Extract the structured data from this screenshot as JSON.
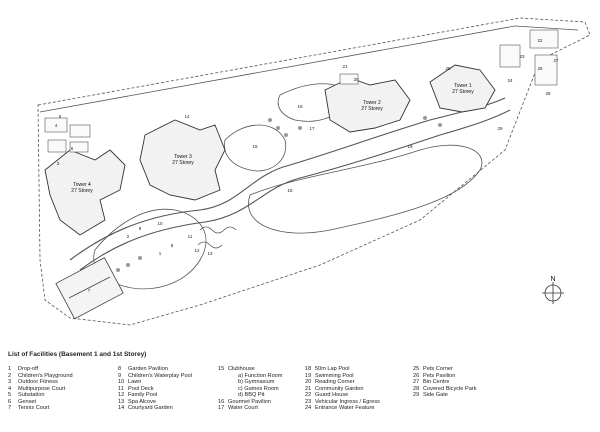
{
  "towers": [
    {
      "name": "Tower 1",
      "storey": "27 Storey"
    },
    {
      "name": "Tower 2",
      "storey": "27 Storey"
    },
    {
      "name": "Tower 3",
      "storey": "27 Storey"
    },
    {
      "name": "Tower 4",
      "storey": "27 Storey"
    }
  ],
  "north_label": "N",
  "legend": {
    "title": "List of Facilities (Basement 1 and 1st Storey)",
    "columns": [
      [
        {
          "n": "1",
          "t": "Drop-off"
        },
        {
          "n": "2",
          "t": "Children's Playground"
        },
        {
          "n": "3",
          "t": "Outdoor Fitness"
        },
        {
          "n": "4",
          "t": "Multipurpose Court"
        },
        {
          "n": "5",
          "t": "Substation"
        },
        {
          "n": "6",
          "t": "Genset"
        },
        {
          "n": "7",
          "t": "Tennis Court"
        }
      ],
      [
        {
          "n": "8",
          "t": "Garden Pavilion"
        },
        {
          "n": "9",
          "t": "Children's Waterplay Pool"
        },
        {
          "n": "10",
          "t": "Lawn"
        },
        {
          "n": "11",
          "t": "Pool Deck"
        },
        {
          "n": "12",
          "t": "Family Pool"
        },
        {
          "n": "13",
          "t": "Spa Alcove"
        },
        {
          "n": "14",
          "t": "Courtyard Garden"
        }
      ],
      [
        {
          "n": "15",
          "t": "Clubhouse"
        },
        {
          "n": "",
          "t": "a) Function Room"
        },
        {
          "n": "",
          "t": "b) Gymnasium"
        },
        {
          "n": "",
          "t": "c) Games Room"
        },
        {
          "n": "",
          "t": "d) BBQ Pit"
        },
        {
          "n": "16",
          "t": "Gourmet Pavilion"
        },
        {
          "n": "17",
          "t": "Water Court"
        }
      ],
      [
        {
          "n": "18",
          "t": "50m Lap Pool"
        },
        {
          "n": "19",
          "t": "Swimming Pool"
        },
        {
          "n": "20",
          "t": "Reading Corner"
        },
        {
          "n": "21",
          "t": "Community Garden"
        },
        {
          "n": "22",
          "t": "Guard House"
        },
        {
          "n": "23",
          "t": "Vehicular Ingress / Egress"
        },
        {
          "n": "24",
          "t": "Entrance Water Feature"
        }
      ],
      [
        {
          "n": "25",
          "t": "Pets Corner"
        },
        {
          "n": "26",
          "t": "Pets Pavilion"
        },
        {
          "n": "27",
          "t": "Bin Centre"
        },
        {
          "n": "28",
          "t": "Covered Bicycle Park"
        },
        {
          "n": "29",
          "t": "Side Gate"
        }
      ]
    ]
  },
  "plan_labels": [
    "1",
    "2",
    "3",
    "4",
    "5",
    "6",
    "7",
    "8",
    "9",
    "10",
    "11",
    "12",
    "13",
    "14",
    "15",
    "16",
    "17",
    "18",
    "19",
    "20",
    "21",
    "22",
    "23",
    "24",
    "25",
    "26",
    "27",
    "28",
    "29"
  ]
}
